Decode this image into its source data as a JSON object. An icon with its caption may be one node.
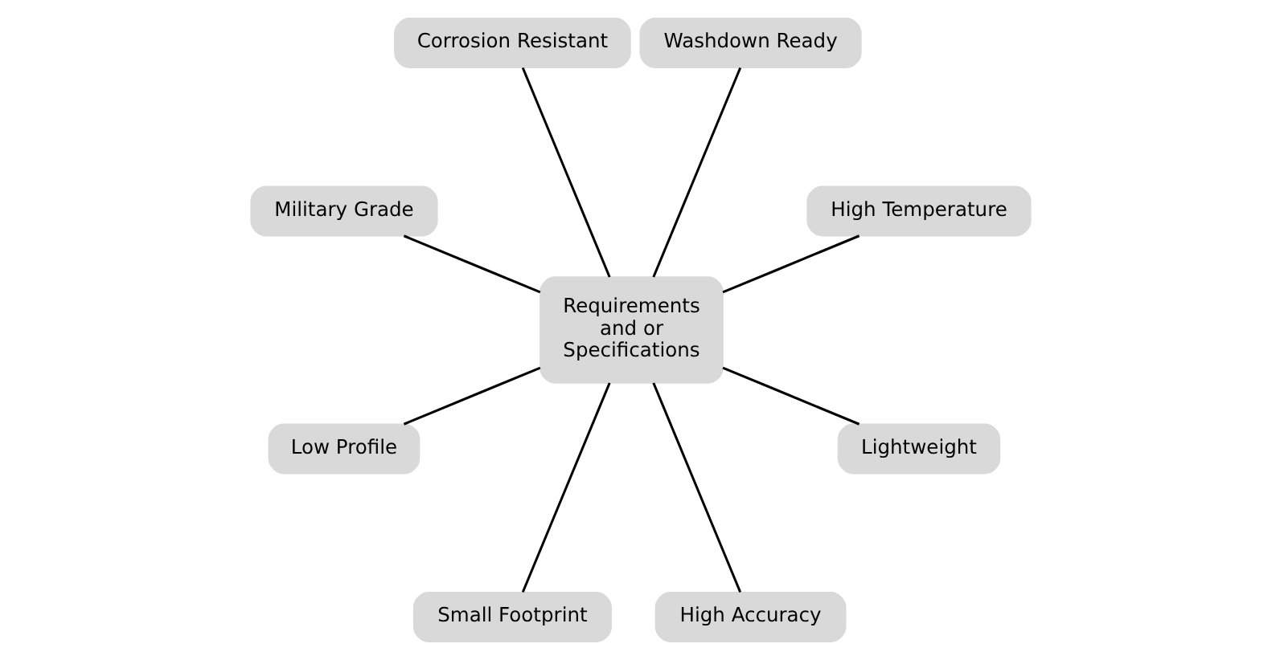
{
  "diagram": {
    "nodes": [
      {
        "text": [
          "Requirements and or Specifications"
        ]
      },
      {
        "text": [
          "High Temperature"
        ]
      },
      {
        "text": [
          "Washdown Ready"
        ]
      },
      {
        "text": [
          "Corrosion Resistant"
        ]
      },
      {
        "text": [
          "Military Grade"
        ]
      },
      {
        "text": [
          "Low Profile"
        ]
      },
      {
        "text": [
          "Small Footprint"
        ]
      },
      {
        "text": [
          "High Accuracy"
        ]
      },
      {
        "text": [
          "Lightweight"
        ]
      }
    ],
    "edges": [
      {
        "from": 0,
        "to": 1,
        "arrow": "none"
      },
      {
        "from": 0,
        "to": 2,
        "arrow": "none"
      },
      {
        "from": 0,
        "to": 3,
        "arrow": "none"
      },
      {
        "from": 0,
        "to": 4,
        "arrow": "none"
      },
      {
        "from": 0,
        "to": 5,
        "arrow": "none"
      },
      {
        "from": 0,
        "to": 6,
        "arrow": "none"
      },
      {
        "from": 0,
        "to": 7,
        "arrow": "none"
      },
      {
        "from": 0,
        "to": 8,
        "arrow": "none"
      }
    ]
  }
}
